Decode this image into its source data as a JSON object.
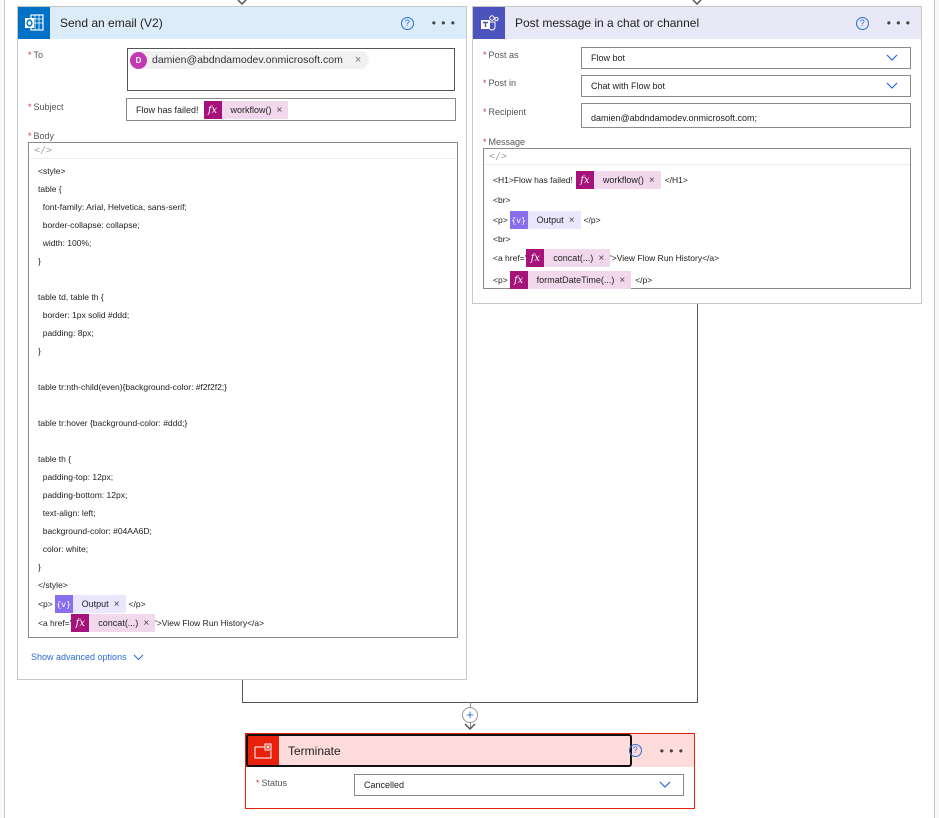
{
  "email_card": {
    "title": "Send an email (V2)",
    "icon": "outlook-icon",
    "brand_color": "#0072c6",
    "header_bg": "#dcecf9",
    "fields": {
      "to_label": "To",
      "to_recipient": {
        "avatar_letter": "D",
        "email": "damien@abdndamodev.onmicrosoft.com"
      },
      "subject_label": "Subject",
      "subject_text": "Flow has failed!",
      "subject_token": "workflow()",
      "body_label": "Body"
    },
    "body_lines": [
      "<style>",
      "table {",
      "  font-family: Arial, Helvetica, sans-serif;",
      "  border-collapse: collapse;",
      "  width: 100%;",
      "}",
      "",
      "table td, table th {",
      "  border: 1px solid #ddd;",
      "  padding: 8px;",
      "}",
      "",
      "table tr:nth-child(even){background-color: #f2f2f2;}",
      "",
      "table tr:hover {background-color: #ddd;}",
      "",
      "table th {",
      "  padding-top: 12px;",
      "  padding-bottom: 12px;",
      "  text-align: left;",
      "  background-color: #04AA6D;",
      "  color: white;",
      "}",
      "</style>"
    ],
    "body_token_lines": {
      "p_open": "<p>",
      "output_token": "Output",
      "p_close": "</p>",
      "a_open": "<a href='",
      "concat_token": "concat(...)",
      "a_close": "'>View Flow Run History</a>"
    },
    "show_advanced": "Show advanced options"
  },
  "teams_card": {
    "title": "Post message in a chat or channel",
    "icon": "teams-icon",
    "brand_color": "#4b53bc",
    "header_bg": "#e8e8f6",
    "fields": {
      "post_as_label": "Post as",
      "post_as_value": "Flow bot",
      "post_in_label": "Post in",
      "post_in_value": "Chat with Flow bot",
      "recipient_label": "Recipient",
      "recipient_value": "damien@abdndamodev.onmicrosoft.com;",
      "message_label": "Message"
    },
    "message": {
      "h1_open": "<H1>Flow has failed!",
      "workflow_token": "workflow()",
      "h1_close": "</H1>",
      "br": "<br>",
      "p_open": "<p>",
      "output_token": "Output",
      "p_close": "</p>",
      "a_open": "<a href='",
      "concat_token": "concat(...)",
      "a_close": "'>View Flow Run History</a>",
      "format_token": "formatDateTime(...)"
    }
  },
  "terminate_card": {
    "title": "Terminate",
    "icon": "terminate-icon",
    "brand_color": "#e8210c",
    "header_bg": "#fddcdb",
    "status_label": "Status",
    "status_value": "Cancelled"
  },
  "common": {
    "help_glyph": "?",
    "more_glyph": "• • •",
    "remove_glyph": "×",
    "fx_glyph": "fx",
    "var_glyph": "{v}",
    "code_glyph": "</>",
    "plus_glyph": "+"
  }
}
